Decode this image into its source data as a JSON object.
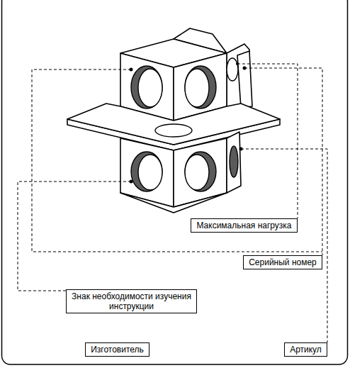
{
  "diagram": {
    "nodes": [
      {
        "text": [
          "Максимальная нагрузка"
        ]
      },
      {
        "text": [
          "Серийный номер"
        ]
      },
      {
        "text": [
          "Знак необходимости изучения инструкции"
        ]
      },
      {
        "text": [
          "Изготовитель"
        ]
      },
      {
        "text": [
          "Артикул"
        ]
      }
    ]
  }
}
